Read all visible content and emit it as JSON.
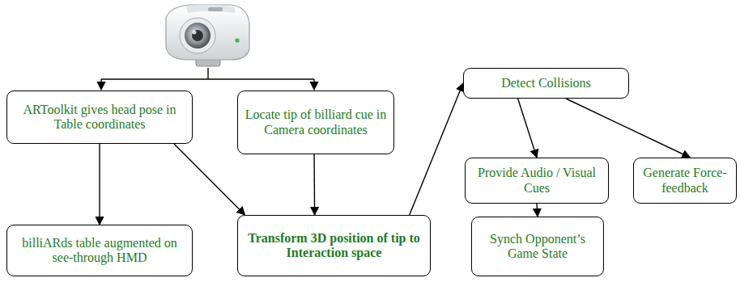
{
  "diagram": {
    "nodes": [
      {
        "text": [
          "ARToolkit gives head pose in Table coordinates"
        ]
      },
      {
        "text": [
          "Locate tip of billiard cue in Camera coordinates"
        ]
      },
      {
        "text": [
          "billiARds table augmented on see-through HMD"
        ]
      },
      {
        "text": [
          "Transform 3D position of tip to Interaction space"
        ]
      },
      {
        "text": [
          "Detect Collisions"
        ]
      },
      {
        "text": [
          "Provide Audio / Visual Cues"
        ]
      },
      {
        "text": [
          "Generate Force-feedback"
        ]
      },
      {
        "text": [
          "Synch Opponent’s Game State"
        ]
      }
    ],
    "edges": [
      {
        "from": 0,
        "to": 2,
        "arrow": "to"
      },
      {
        "from": 0,
        "to": 3,
        "arrow": "to"
      },
      {
        "from": 1,
        "to": 3,
        "arrow": "to"
      },
      {
        "from": 3,
        "to": 4,
        "arrow": "to"
      },
      {
        "from": 4,
        "to": 5,
        "arrow": "to"
      },
      {
        "from": 4,
        "to": 6,
        "arrow": "to"
      },
      {
        "from": 5,
        "to": 7,
        "arrow": "to"
      }
    ]
  }
}
